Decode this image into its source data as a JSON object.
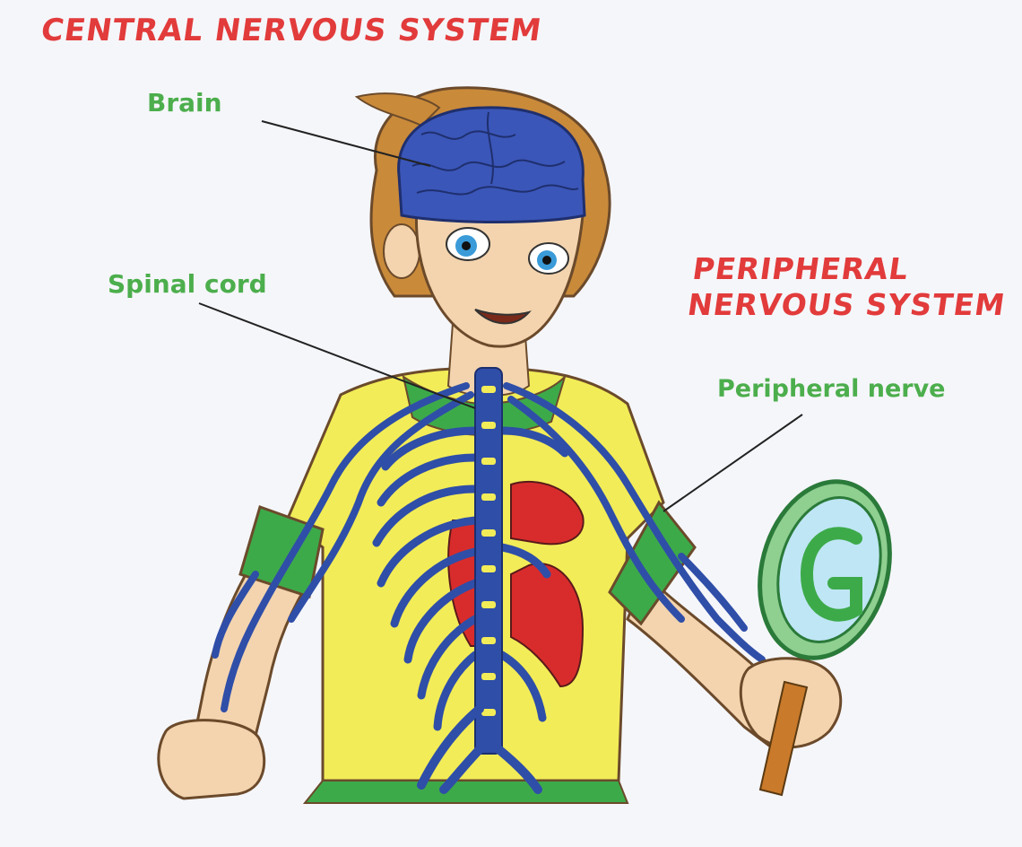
{
  "titles": {
    "central": "CENTRAL NERVOUS SYSTEM",
    "peripheral_line1": "PERIPHERAL",
    "peripheral_line2": "NERVOUS SYSTEM"
  },
  "labels": {
    "brain": "Brain",
    "spinal_cord": "Spinal cord",
    "peripheral_nerve": "Peripheral nerve"
  },
  "colors": {
    "title": "#e23b3b",
    "label": "#4cae4c",
    "nerve": "#2f4ea8",
    "brain": "#3a56b8",
    "shirt": "#f2ec58",
    "sleeve": "#3daa4a",
    "organ": "#d82c2c",
    "skin": "#f3d4ae",
    "hair": "#c98a3a",
    "leader_line": "#222222"
  },
  "icons": {
    "magnifier": "magnifying-glass-icon"
  }
}
